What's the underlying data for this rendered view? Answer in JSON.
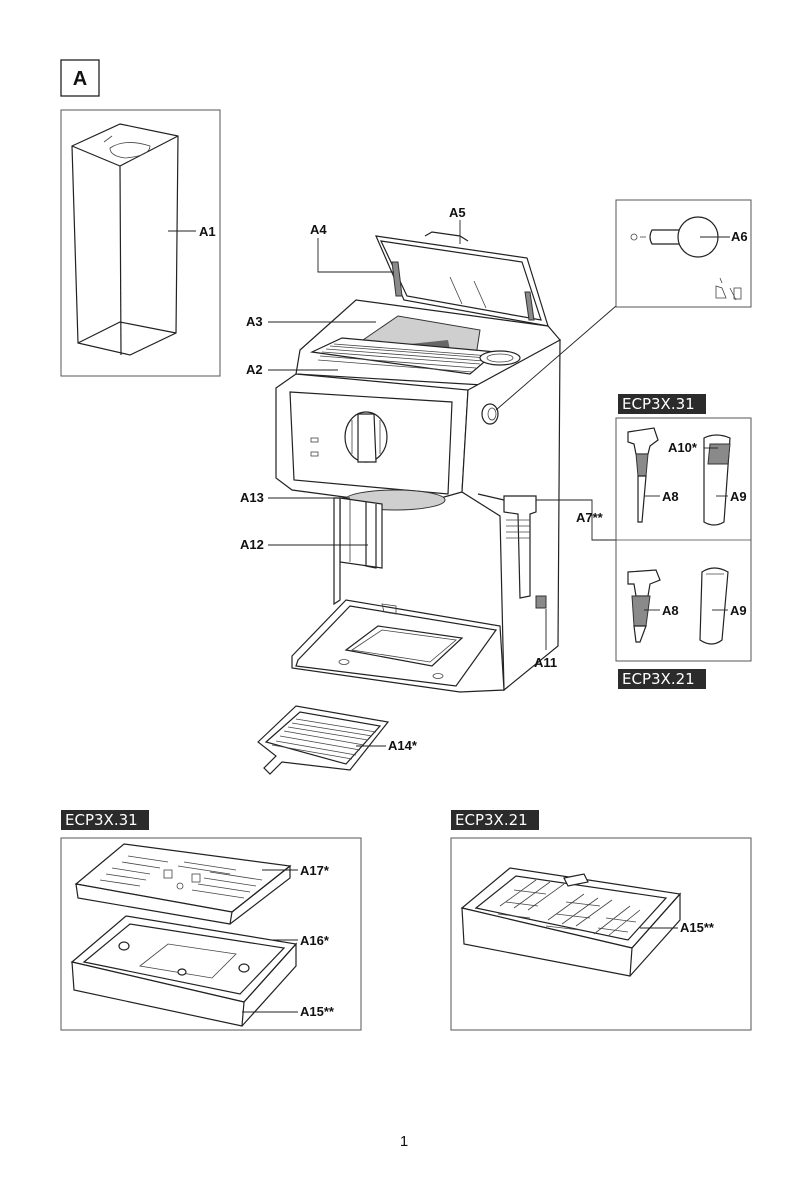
{
  "section_letter": "A",
  "page_number": "1",
  "models": {
    "m31_right": "ECP3X.31",
    "m21_right": "ECP3X.21",
    "m31_bottom": "ECP3X.31",
    "m21_bottom": "ECP3X.21"
  },
  "labels": {
    "a1": "A1",
    "a2": "A2",
    "a3": "A3",
    "a4": "A4",
    "a5": "A5",
    "a6": "A6",
    "a7": "A7**",
    "a8_top": "A8",
    "a9_top": "A9",
    "a10": "A10*",
    "a8_bottom": "A8",
    "a9_bottom": "A9",
    "a11": "A11",
    "a12": "A12",
    "a13": "A13",
    "a14": "A14*",
    "a15_left": "A15**",
    "a16": "A16*",
    "a17": "A17*",
    "a15_right": "A15**"
  },
  "colors": {
    "line": "#222222",
    "badge": "#2b2b2b",
    "tint": "#8a8a8a"
  }
}
